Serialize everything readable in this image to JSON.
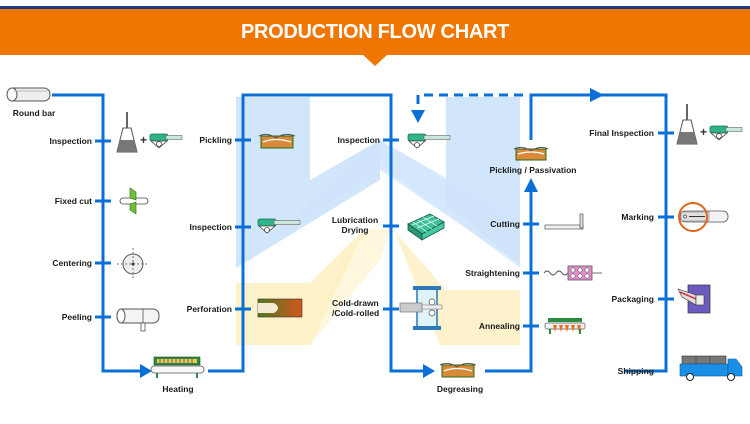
{
  "header": {
    "title": "PRODUCTION FLOW CHART",
    "accent_color": "#ef7600",
    "top_line_color": "#1a3a8f"
  },
  "colors": {
    "flow_line": "#0a6fd6",
    "blue_shade": "#cfe4fb",
    "yellow_shade": "#fdf1c6"
  },
  "steps": {
    "round_bar": {
      "label": "Round bar",
      "icon": "round-bar-icon"
    },
    "inspection_1": {
      "label": "Inspection",
      "icon": "flask-and-gauge-icon"
    },
    "fixed_cut": {
      "label": "Fixed cut",
      "icon": "cutter-icon"
    },
    "centering": {
      "label": "Centering",
      "icon": "crosshair-icon"
    },
    "peeling": {
      "label": "Peeling",
      "icon": "peeling-bar-icon"
    },
    "heating": {
      "label": "Heating",
      "icon": "furnace-icon"
    },
    "pickling": {
      "label": "Pickling",
      "icon": "pickling-tank-icon"
    },
    "inspection_2": {
      "label": "Inspection",
      "icon": "gauge-icon"
    },
    "perforation": {
      "label": "Perforation",
      "icon": "piercing-icon"
    },
    "inspection_3": {
      "label": "Inspection",
      "icon": "gauge-icon"
    },
    "lubrication": {
      "label_line1": "Lubrication",
      "label_line2": "Drying",
      "icon": "drying-rack-icon"
    },
    "cold_drawn": {
      "label_line1": "Cold-drawn",
      "label_line2": "/Cold-rolled",
      "icon": "drawing-die-icon"
    },
    "degreasing": {
      "label": "Degreasing",
      "icon": "degreasing-tank-icon"
    },
    "pickling_passivation": {
      "label": "Pickling / Passivation",
      "icon": "pickling-tank-icon"
    },
    "cutting": {
      "label": "Cutting",
      "icon": "cut-tube-icon"
    },
    "straightening": {
      "label": "Straightening",
      "icon": "straightener-icon"
    },
    "annealing": {
      "label": "Annealing",
      "icon": "annealing-furnace-icon"
    },
    "final_inspection": {
      "label": "Final Inspection",
      "icon": "flask-and-gauge-icon"
    },
    "marking": {
      "label": "Marking",
      "icon": "marked-tube-icon"
    },
    "packaging": {
      "label": "Packaging",
      "icon": "bundle-icon"
    },
    "shipping": {
      "label": "Shipping",
      "icon": "truck-icon"
    }
  }
}
